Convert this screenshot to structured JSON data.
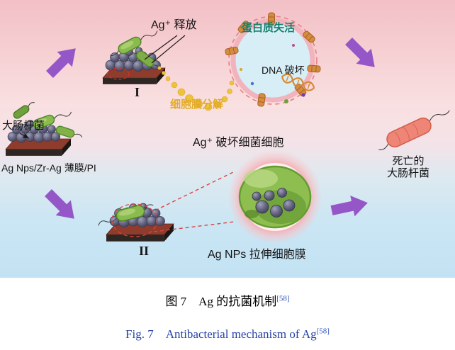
{
  "diagram": {
    "labels": {
      "ag_release": "Ag⁺ 释放",
      "protein_inactivation": "蛋白质失活",
      "dna_damage": "DNA 破坏",
      "membrane_breakdown": "细胞膜分解",
      "ecoli": "大肠杆菌",
      "film": "Ag Nps/Zr-Ag 薄膜/PI",
      "stage_1": "I",
      "stage_2": "II",
      "ag_destroys_cell": "Ag⁺ 破坏细菌细胞",
      "agnps_stretch_membrane": "Ag NPs 拉伸细胞膜",
      "dead_ecoli_line1": "死亡的",
      "dead_ecoli_line2": "大肠杆菌"
    },
    "colors": {
      "arrow_purple": "#9557c8",
      "ion_yellow": "#eec23a",
      "membrane_text_yellow": "#e3ab25",
      "protein_text_teal": "#15806c",
      "bg_top_pink": "#f2c0c6",
      "bg_bottom_blue": "#c2e2f3",
      "caption_ref_blue": "#2f55c0"
    }
  },
  "captions": {
    "zh": {
      "text": "图 7　Ag 的抗菌机制",
      "ref": "[58]"
    },
    "en": {
      "text": "Fig. 7　Antibacterial mechanism of Ag",
      "ref": "[58]"
    }
  }
}
